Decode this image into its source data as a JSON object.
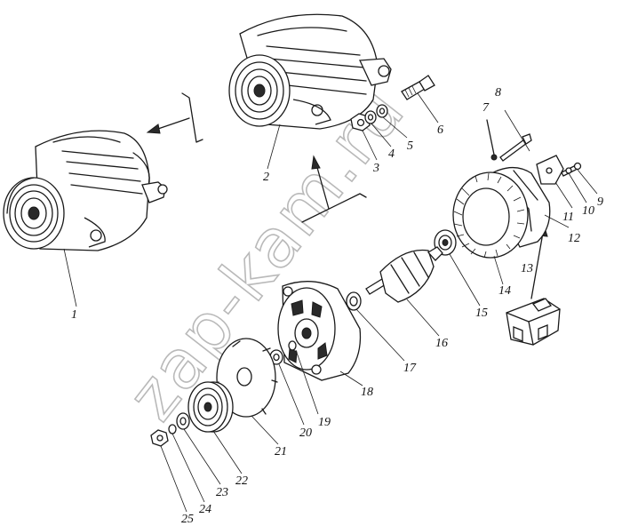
{
  "watermark": "zap-kam.ru",
  "parts": [
    {
      "id": "1",
      "label": "1"
    },
    {
      "id": "2",
      "label": "2"
    },
    {
      "id": "3",
      "label": "3"
    },
    {
      "id": "4",
      "label": "4"
    },
    {
      "id": "5",
      "label": "5"
    },
    {
      "id": "6",
      "label": "6"
    },
    {
      "id": "7",
      "label": "7"
    },
    {
      "id": "8",
      "label": "8"
    },
    {
      "id": "9",
      "label": "9"
    },
    {
      "id": "10",
      "label": "10"
    },
    {
      "id": "11",
      "label": "11"
    },
    {
      "id": "12",
      "label": "12"
    },
    {
      "id": "13",
      "label": "13"
    },
    {
      "id": "14",
      "label": "14"
    },
    {
      "id": "15",
      "label": "15"
    },
    {
      "id": "16",
      "label": "16"
    },
    {
      "id": "17",
      "label": "17"
    },
    {
      "id": "18",
      "label": "18"
    },
    {
      "id": "19",
      "label": "19"
    },
    {
      "id": "20",
      "label": "20"
    },
    {
      "id": "21",
      "label": "21"
    },
    {
      "id": "22",
      "label": "22"
    },
    {
      "id": "23",
      "label": "23"
    },
    {
      "id": "24",
      "label": "24"
    },
    {
      "id": "25",
      "label": "25"
    }
  ]
}
